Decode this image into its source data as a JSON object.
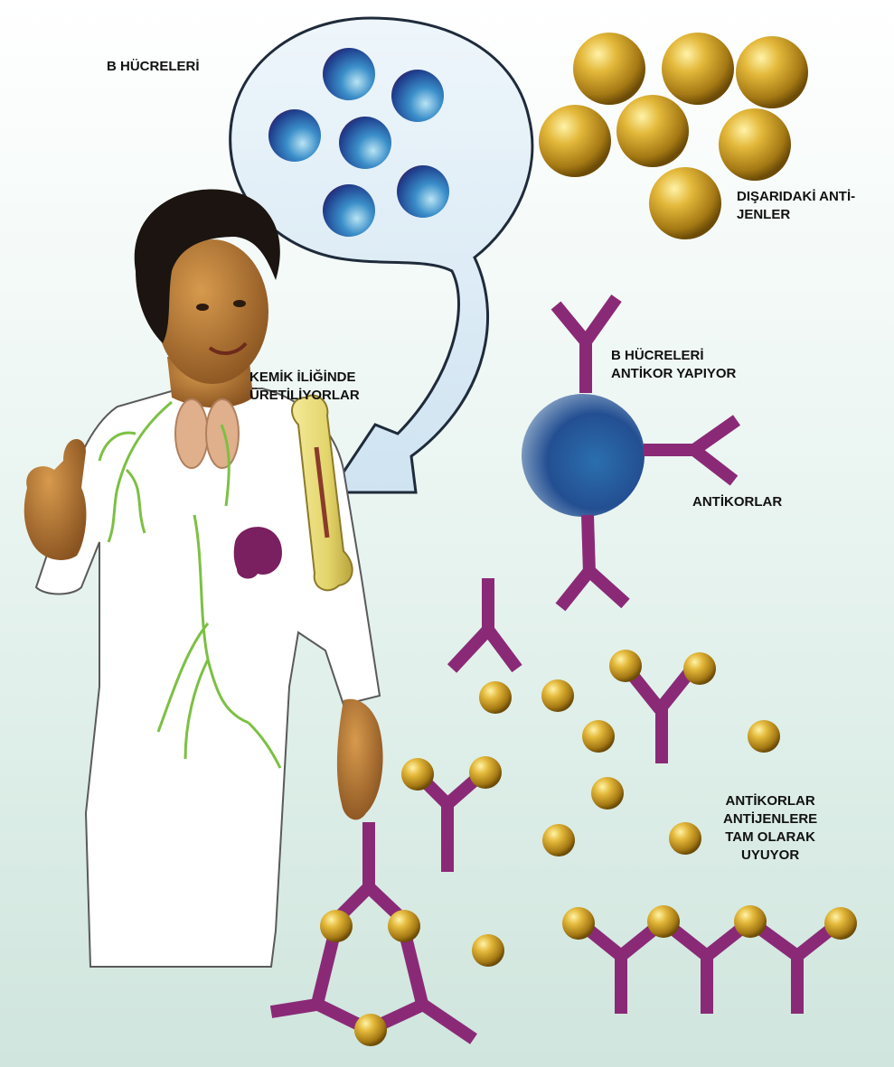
{
  "labels": {
    "b_cells": "B HÜCRELERİ",
    "foreign_antigens_line1": "DIŞARIDAKİ ANTİ-",
    "foreign_antigens_line2": "JENLER",
    "b_cells_make_line1": "B HÜCRELERİ",
    "b_cells_make_line2": "ANTİKOR YAPIYOR",
    "bone_marrow_line1": "KEMİK İLİĞİNDE",
    "bone_marrow_line2": "ÜRETİLİYORLAR",
    "antibodies": "ANTİKORLAR",
    "fit_line1": "ANTİKORLAR",
    "fit_line2": "ANTİJENLERE",
    "fit_line3": "TAM OLARAK",
    "fit_line4": "UYUYOR"
  },
  "colors": {
    "antigen_gold": "#d1a21f",
    "b_cell_blue": "#2f6fb3",
    "antibody_purple": "#8a2a77",
    "lymph_green": "#7cc043",
    "bubble_blue": "#dcebf6"
  }
}
